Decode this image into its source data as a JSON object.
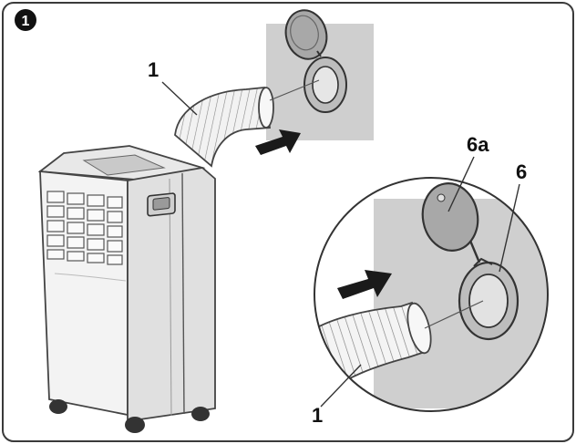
{
  "figure": {
    "step_marker": "1",
    "callouts": {
      "hose_top": "1",
      "hose_bottom": "1",
      "cap": "6a",
      "ring": "6"
    }
  },
  "colors": {
    "frame": "#3a3a3a",
    "wall_panel": "#cfcfcf",
    "arrow": "#1a1a1a",
    "cap_fill": "#a8a8a8",
    "ring_fill": "#bdbdbd"
  }
}
